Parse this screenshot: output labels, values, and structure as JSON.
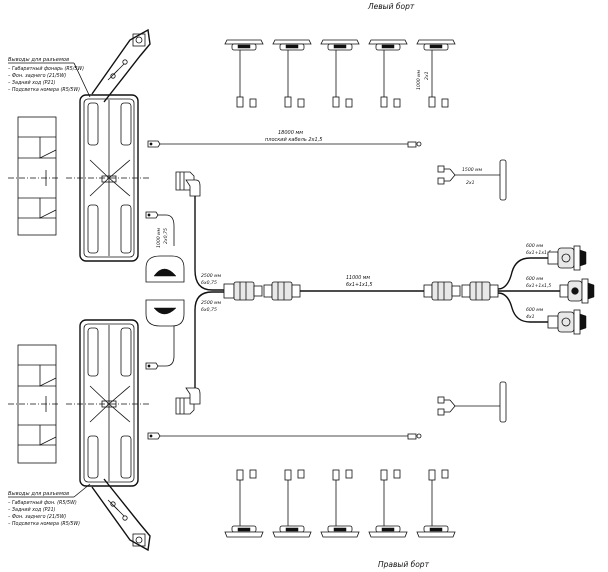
{
  "titles": {
    "left_side": "Левый борт",
    "right_side": "Правый борт"
  },
  "lamp_outputs_top": {
    "heading": "Выводы для разъемов",
    "items": [
      "– Габаритный фонарь (R5/5W)",
      "– Фон. заднего (21/5W)",
      "– Задний ход (P21)",
      "– Подсветка номера (R5/5W)"
    ]
  },
  "lamp_outputs_bottom": {
    "heading": "Выводы для разъемов",
    "items": [
      "– Габаритный фон. (R5/5W)",
      "– Задний ход (P21)",
      "– Фон. заднего (21/5W)",
      "– Подсветка номера (R5/5W)"
    ]
  },
  "cables": {
    "flat_length": "18000 мм",
    "flat_desc": "плоский кабель 2х1,5",
    "vertical_length": "1000 мм",
    "vertical_desc": "2х0,75",
    "right_top_len": "1500 мм",
    "right_top_desc": "2х1",
    "upper_branch_len": "2500 мм",
    "upper_branch_desc": "6х0,75",
    "lower_branch_len": "2500 мм",
    "lower_branch_desc": "6х0,75",
    "main_len": "11000 мм",
    "main_desc": "6х1+1х1,5",
    "top_right_len": "600 мм",
    "top_right_desc": "6х1+1х1,5",
    "mid_right_len": "600 мм",
    "mid_right_desc": "6х1+1х1,5",
    "bot_right_len": "600 мм",
    "bot_right_desc": "4х1",
    "marker_len": "1000 мм",
    "marker_desc": "2х1"
  }
}
